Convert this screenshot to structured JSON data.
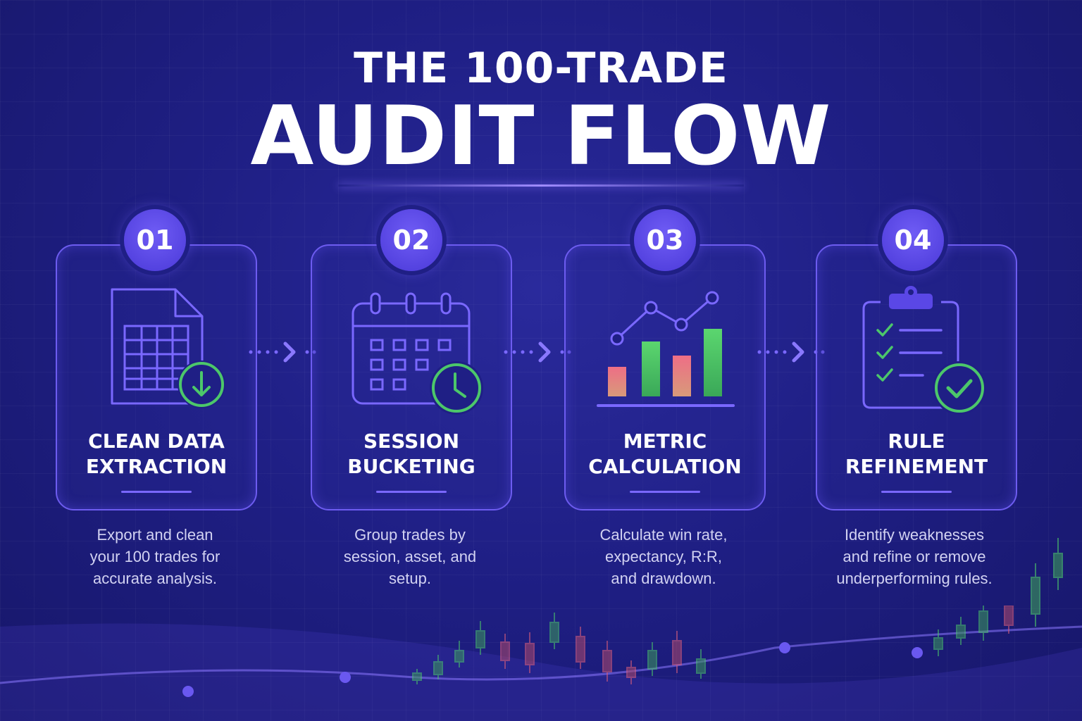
{
  "title": {
    "line1": "THE 100-TRADE",
    "line2": "AUDIT FLOW"
  },
  "steps": [
    {
      "number": "01",
      "title_line1": "CLEAN DATA",
      "title_line2": "EXTRACTION",
      "icon": "spreadsheet-download-icon",
      "desc_line1": "Export and clean",
      "desc_line2": "your 100 trades for",
      "desc_line3": "accurate analysis."
    },
    {
      "number": "02",
      "title_line1": "SESSION",
      "title_line2": "BUCKETING",
      "icon": "calendar-clock-icon",
      "desc_line1": "Group trades by",
      "desc_line2": "session, asset, and",
      "desc_line3": "setup."
    },
    {
      "number": "03",
      "title_line1": "METRIC",
      "title_line2": "CALCULATION",
      "icon": "bar-line-chart-icon",
      "desc_line1": "Calculate win rate,",
      "desc_line2": "expectancy, R:R,",
      "desc_line3": "and drawdown."
    },
    {
      "number": "04",
      "title_line1": "RULE",
      "title_line2": "REFINEMENT",
      "icon": "clipboard-check-icon",
      "desc_line1": "Identify weaknesses",
      "desc_line2": "and refine or remove",
      "desc_line3": "underperforming rules."
    }
  ],
  "colors": {
    "accent": "#6d5cf0",
    "badge": "#5a47e6",
    "green": "#4cc76a",
    "red": "#e0607a",
    "background": "#1f1f85"
  }
}
